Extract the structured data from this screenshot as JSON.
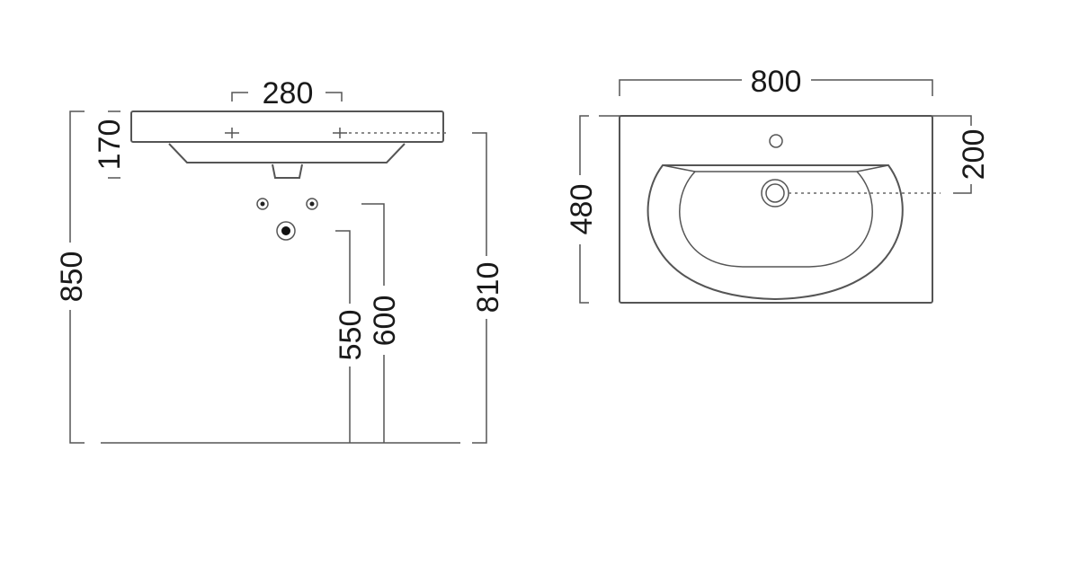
{
  "side_view": {
    "dimensions": {
      "faucet_spacing": "280",
      "basin_height": "170",
      "total_height": "850",
      "counter_height": "810",
      "supply_height": "600",
      "waste_height": "550"
    }
  },
  "top_view": {
    "dimensions": {
      "width": "800",
      "depth": "480",
      "drain_offset": "200"
    }
  },
  "colors": {
    "line": "#555555",
    "text": "#1a1a1a",
    "background": "#ffffff"
  }
}
